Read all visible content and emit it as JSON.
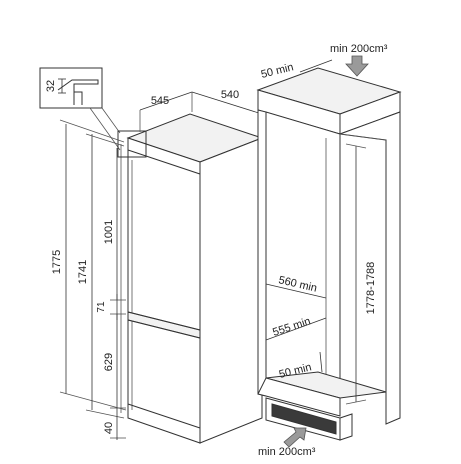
{
  "colors": {
    "line": "#333333",
    "arrow": "#9a9a9a",
    "background": "#ffffff",
    "base_grille": "#3a3a3a"
  },
  "icons": {
    "airflow_top": "down-arrow-icon",
    "airflow_bottom": "up-right-arrow-icon"
  },
  "appliance": {
    "depth": "545",
    "width": "540",
    "height_total": "1775",
    "height_body": "1741",
    "upper_door": "1001",
    "gap": "71",
    "lower_door": "629",
    "base": "40",
    "detail_dim": "32"
  },
  "niche": {
    "top_airflow": "min 200cm³",
    "top_gap": "50 min",
    "height": "1778-1788",
    "width_upper": "560 min",
    "width_lower": "555 min",
    "bottom_gap": "50 min",
    "bottom_airflow": "min 200cm³"
  }
}
